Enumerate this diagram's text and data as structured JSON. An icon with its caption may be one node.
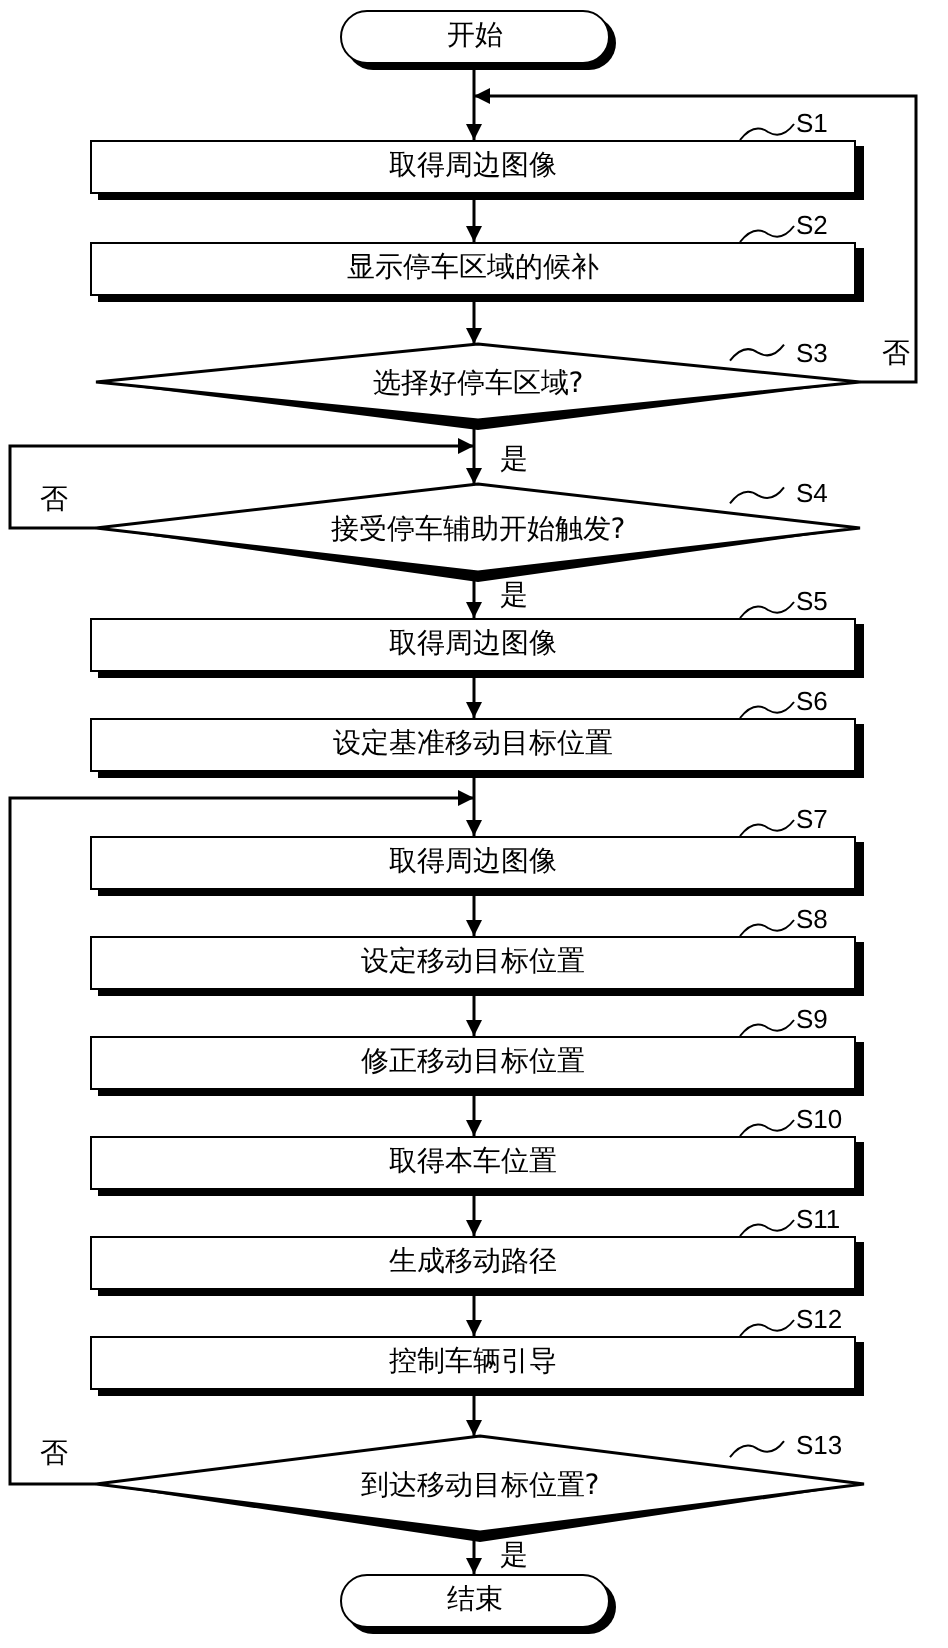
{
  "diagram": {
    "nodes": [
      {
        "text": [
          "开始"
        ]
      },
      {
        "text": [
          "取得周边图像"
        ],
        "beside": [
          "S1"
        ]
      },
      {
        "text": [
          "显示停车区域的候补"
        ],
        "beside": [
          "S2"
        ]
      },
      {
        "text": [
          "选择好停车区域?"
        ],
        "beside": [
          "S3"
        ]
      },
      {
        "text": [
          "接受停车辅助开始触发?"
        ],
        "beside": [
          "S4"
        ]
      },
      {
        "text": [
          "取得周边图像"
        ],
        "beside": [
          "S5"
        ]
      },
      {
        "text": [
          "设定基准移动目标位置"
        ],
        "beside": [
          "S6"
        ]
      },
      {
        "text": [
          "取得周边图像"
        ],
        "beside": [
          "S7"
        ]
      },
      {
        "text": [
          "设定移动目标位置"
        ],
        "beside": [
          "S8"
        ]
      },
      {
        "text": [
          "修正移动目标位置"
        ],
        "beside": [
          "S9"
        ]
      },
      {
        "text": [
          "取得本车位置"
        ],
        "beside": [
          "S10"
        ]
      },
      {
        "text": [
          "生成移动路径"
        ],
        "beside": [
          "S11"
        ]
      },
      {
        "text": [
          "控制车辆引导"
        ],
        "beside": [
          "S12"
        ]
      },
      {
        "text": [
          "到达移动目标位置?"
        ],
        "beside": [
          "S13"
        ]
      },
      {
        "text": [
          "结束"
        ]
      }
    ],
    "edges": [
      {
        "from": 0,
        "to": 1,
        "arrow": "to"
      },
      {
        "from": 1,
        "to": 2,
        "arrow": "to"
      },
      {
        "from": 2,
        "to": 3,
        "arrow": "to"
      },
      {
        "from": 3,
        "to": 1,
        "arrow": "to",
        "label": "否"
      },
      {
        "from": 3,
        "to": 4,
        "arrow": "to",
        "label": "是"
      },
      {
        "from": 4,
        "to": 4,
        "arrow": "to",
        "label": "否"
      },
      {
        "from": 4,
        "to": 5,
        "arrow": "to",
        "label": "是"
      },
      {
        "from": 5,
        "to": 6,
        "arrow": "to"
      },
      {
        "from": 6,
        "to": 7,
        "arrow": "to"
      },
      {
        "from": 7,
        "to": 8,
        "arrow": "to"
      },
      {
        "from": 8,
        "to": 9,
        "arrow": "to"
      },
      {
        "from": 9,
        "to": 10,
        "arrow": "to"
      },
      {
        "from": 10,
        "to": 11,
        "arrow": "to"
      },
      {
        "from": 11,
        "to": 12,
        "arrow": "to"
      },
      {
        "from": 12,
        "to": 13,
        "arrow": "to"
      },
      {
        "from": 13,
        "to": 7,
        "arrow": "to",
        "label": "否"
      },
      {
        "from": 13,
        "to": 14,
        "arrow": "to",
        "label": "是"
      }
    ]
  }
}
